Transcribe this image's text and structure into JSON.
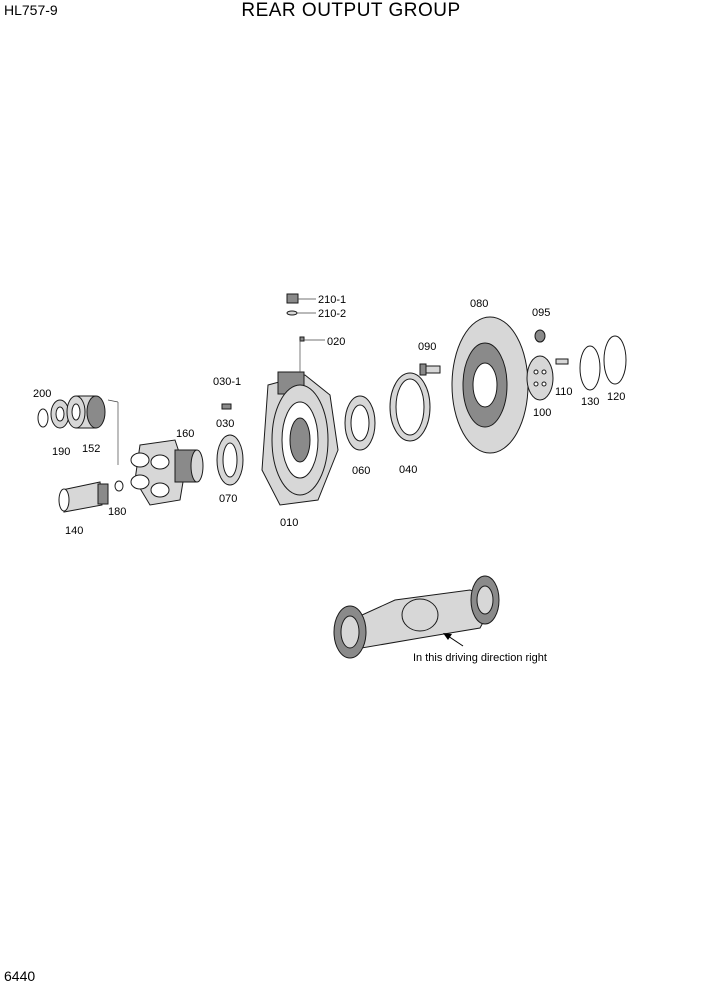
{
  "header": {
    "model": "HL757-9",
    "title": "REAR OUTPUT GROUP"
  },
  "footer": {
    "page_number": "6440"
  },
  "callouts": {
    "p010": "010",
    "p020": "020",
    "p030": "030",
    "p030_1": "030-1",
    "p040": "040",
    "p060": "060",
    "p070": "070",
    "p080": "080",
    "p090": "090",
    "p095": "095",
    "p100": "100",
    "p110": "110",
    "p120": "120",
    "p130": "130",
    "p140": "140",
    "p152": "152",
    "p160": "160",
    "p180": "180",
    "p190": "190",
    "p200": "200",
    "p210_1": "210-1",
    "p210_2": "210-2"
  },
  "axle_note": "In this driving direction right"
}
